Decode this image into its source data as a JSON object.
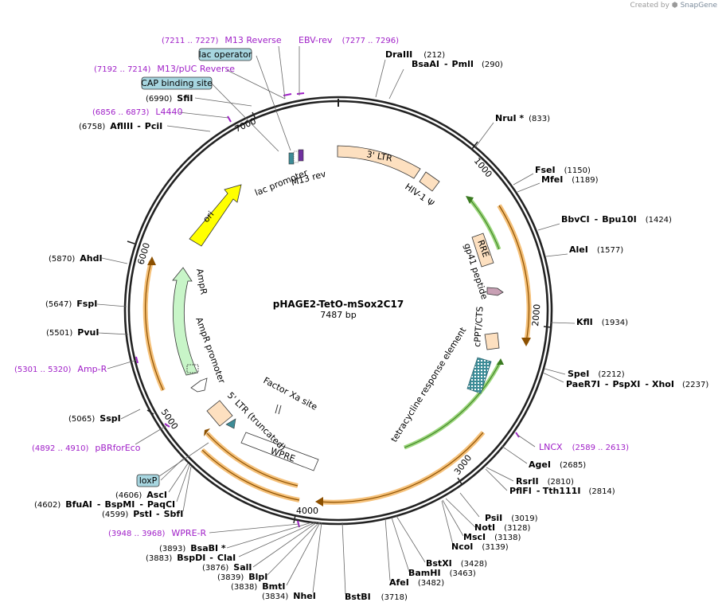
{
  "watermark": {
    "prefix": "Created by",
    "brand": "SnapGene"
  },
  "plasmid": {
    "name": "pHAGE2-TetO-mSox2C17",
    "length_label": "7487 bp",
    "length": 7487
  },
  "ticks": [
    "1000",
    "2000",
    "3000",
    "4000",
    "5000",
    "6000",
    "7000"
  ],
  "sites": [
    {
      "name": "DraIII",
      "pos": "(212)"
    },
    {
      "name": "BsaAI",
      "sep": "-",
      "name2": "PmlI",
      "pos": "(290)"
    },
    {
      "name": "NruI *",
      "pos": "(833)"
    },
    {
      "name": "FseI",
      "pos": "(1150)"
    },
    {
      "name": "MfeI",
      "pos": "(1189)"
    },
    {
      "name": "BbvCI",
      "sep": "-",
      "name2": "Bpu10I",
      "pos": "(1424)"
    },
    {
      "name": "AleI",
      "pos": "(1577)"
    },
    {
      "name": "KflI",
      "pos": "(1934)"
    },
    {
      "name": "SpeI",
      "pos": "(2212)"
    },
    {
      "name": "PaeR7I",
      "sep": "-",
      "name2": "PspXI",
      "sep2": "-",
      "name3": "XhoI",
      "pos": "(2237)"
    },
    {
      "name": "AgeI",
      "pos": "(2685)"
    },
    {
      "name": "RsrII",
      "pos": "(2810)"
    },
    {
      "name": "PflFI",
      "sep": "-",
      "name2": "Tth111I",
      "pos": "(2814)"
    },
    {
      "name": "PsiI",
      "pos": "(3019)"
    },
    {
      "name": "NotI",
      "pos": "(3128)"
    },
    {
      "name": "MscI",
      "pos": "(3138)"
    },
    {
      "name": "NcoI",
      "pos": "(3139)"
    },
    {
      "name": "BstXI",
      "pos": "(3428)"
    },
    {
      "name": "BamHI",
      "pos": "(3463)"
    },
    {
      "name": "AfeI",
      "pos": "(3482)"
    },
    {
      "name": "BstBI",
      "pos": "(3718)"
    },
    {
      "name": "NheI",
      "pos": "(3834)"
    },
    {
      "name": "BmtI",
      "pos": "(3838)"
    },
    {
      "name": "BlpI",
      "pos": "(3839)"
    },
    {
      "name": "SalI",
      "pos": "(3876)"
    },
    {
      "name": "BspDI",
      "sep": "-",
      "name2": "ClaI",
      "pos": "(3883)"
    },
    {
      "name": "BsaBI *",
      "pos": "(3893)"
    },
    {
      "name": "PstI",
      "sep": "-",
      "name2": "SbfI",
      "pos": "(4599)"
    },
    {
      "name": "BfuAI",
      "sep": "-",
      "name2": "BspMI",
      "sep2": "-",
      "name3": "PaqCI",
      "pos": "(4602)"
    },
    {
      "name": "AscI",
      "pos": "(4606)"
    },
    {
      "name": "SspI",
      "pos": "(5065)"
    },
    {
      "name": "PvuI",
      "pos": "(5501)"
    },
    {
      "name": "FspI",
      "pos": "(5647)"
    },
    {
      "name": "AhdI",
      "pos": "(5870)"
    },
    {
      "name": "AflIII",
      "sep": "-",
      "name2": "PciI",
      "pos": "(6758)"
    },
    {
      "name": "SfiI",
      "pos": "(6990)"
    }
  ],
  "primers": [
    {
      "name": "M13 Reverse",
      "range": "(7211 .. 7227)"
    },
    {
      "name": "EBV-rev",
      "range": "(7277 .. 7296)"
    },
    {
      "name": "M13/pUC Reverse",
      "range": "(7192 .. 7214)"
    },
    {
      "name": "L4440",
      "range": "(6856 .. 6873)"
    },
    {
      "name": "LNCX",
      "range": "(2589 .. 2613)"
    },
    {
      "name": "WPRE-R",
      "range": "(3948 .. 3968)"
    },
    {
      "name": "Amp-R",
      "range": "(5301 .. 5320)"
    },
    {
      "name": "pBRforEco",
      "range": "(4892 .. 4910)"
    }
  ],
  "boxed_labels": [
    "lac operator",
    "CAP binding site",
    "loxP"
  ],
  "features": [
    {
      "name": "3' LTR",
      "color": "#fde0c0"
    },
    {
      "name": "HIV-1 Ψ",
      "color": "#fde0c0"
    },
    {
      "name": "RRE",
      "color": "#fde0c0"
    },
    {
      "name": "gp41 peptide",
      "color": "#c8a0b4"
    },
    {
      "name": "cPPT/CTS",
      "color": "#fde0c0"
    },
    {
      "name": "tetracycline response element",
      "color": "#3d8c97"
    },
    {
      "name": "WPRE",
      "color": "#ffffff"
    },
    {
      "name": "Factor Xa site",
      "color": "#ffffff"
    },
    {
      "name": "5' LTR (truncated)",
      "color": "#fde0c0"
    },
    {
      "name": "AmpR promoter",
      "color": "#ffffff"
    },
    {
      "name": "AmpR",
      "color": "#c8f5c8"
    },
    {
      "name": "ori",
      "color": "#ffff00"
    },
    {
      "name": "lac promoter",
      "color": "#ffffff"
    },
    {
      "name": "M13 rev",
      "color": "#ffffff"
    }
  ],
  "colors": {
    "primer": "#a020c8",
    "orf_outline": "#f5c078",
    "orf_arrow": "#8c5000",
    "green_arc": "#78c841",
    "boxed_fill": "#a7d6e0"
  }
}
